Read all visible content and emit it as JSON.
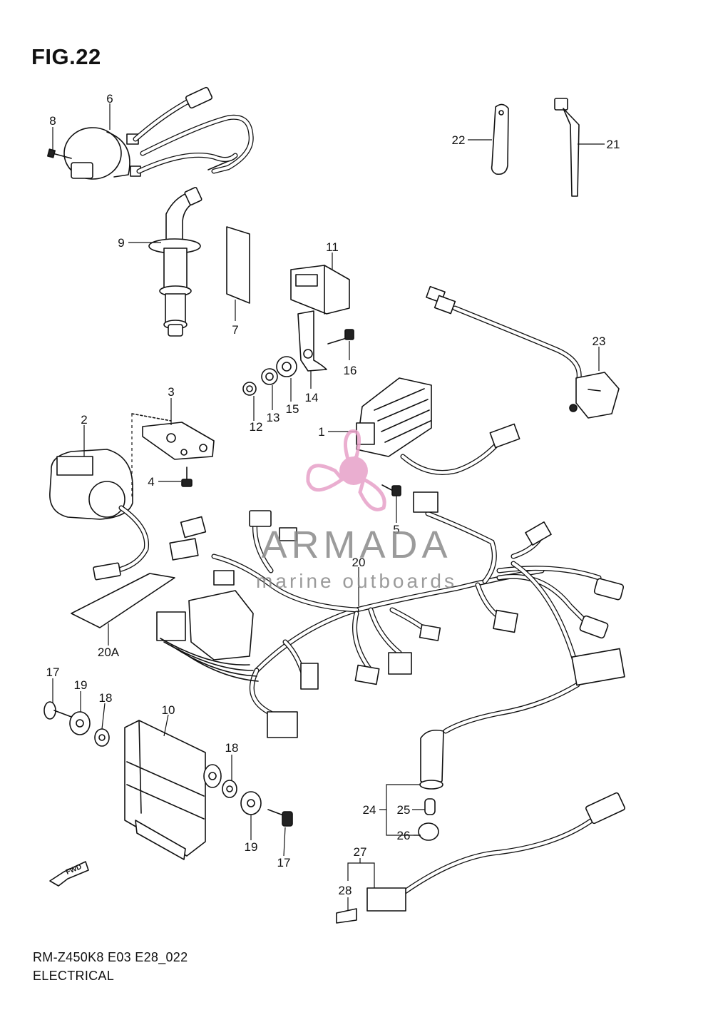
{
  "figure": {
    "title": "FIG.22",
    "model_code": "RM-Z450K8 E03 E28_022",
    "section": "ELECTRICAL"
  },
  "watermark": {
    "brand": "ARMADA",
    "tagline": "marine outboards",
    "accent_color": "#e7a1c8",
    "text_color": "#8a8a8a"
  },
  "direction_marker": {
    "label": "FWD"
  },
  "callouts": {
    "p1": "1",
    "p2": "2",
    "p3": "3",
    "p4": "4",
    "p5": "5",
    "p6": "6",
    "p7": "7",
    "p8": "8",
    "p9": "9",
    "p10": "10",
    "p11": "11",
    "p12": "12",
    "p13": "13",
    "p14": "14",
    "p15": "15",
    "p16": "16",
    "p17a": "17",
    "p17b": "17",
    "p18a": "18",
    "p18b": "18",
    "p19a": "19",
    "p19b": "19",
    "p20": "20",
    "p20a": "20A",
    "p21": "21",
    "p22": "22",
    "p23": "23",
    "p24": "24",
    "p25": "25",
    "p26": "26",
    "p27": "27",
    "p28": "28"
  }
}
